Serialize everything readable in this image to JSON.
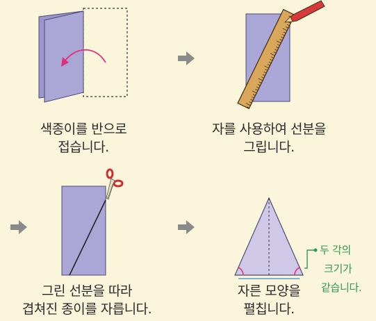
{
  "steps": [
    {
      "caption_line1": "색종이를 반으로",
      "caption_line2": "접습니다."
    },
    {
      "caption_line1": "자를 사용하여 선분을",
      "caption_line2": "그립니다."
    },
    {
      "caption_line1": "그린 선분을 따라",
      "caption_line2": "겹쳐진 종이를 자릅니다."
    },
    {
      "caption_line1": "자른 모양을",
      "caption_line2": "펼칩니다."
    }
  ],
  "note": {
    "line1": "두 각의",
    "line2": "크기가",
    "line3": "같습니다."
  },
  "colors": {
    "background": "#fbf5dc",
    "paper": "#aaa6d6",
    "paper_edge": "#5a5680",
    "triangle": "#cfc8e6",
    "arrow": "#8a8a8a",
    "fold_arrow": "#e0307a",
    "ruler": "#d9a75a",
    "pencil": "#d83a3a",
    "scissors": "#d02a2a",
    "note_green": "#2f9a54"
  },
  "icons": [
    "next-arrow-icon",
    "curved-fold-arrow-icon",
    "ruler-icon",
    "pencil-icon",
    "scissors-icon",
    "angle-mark-icon"
  ]
}
